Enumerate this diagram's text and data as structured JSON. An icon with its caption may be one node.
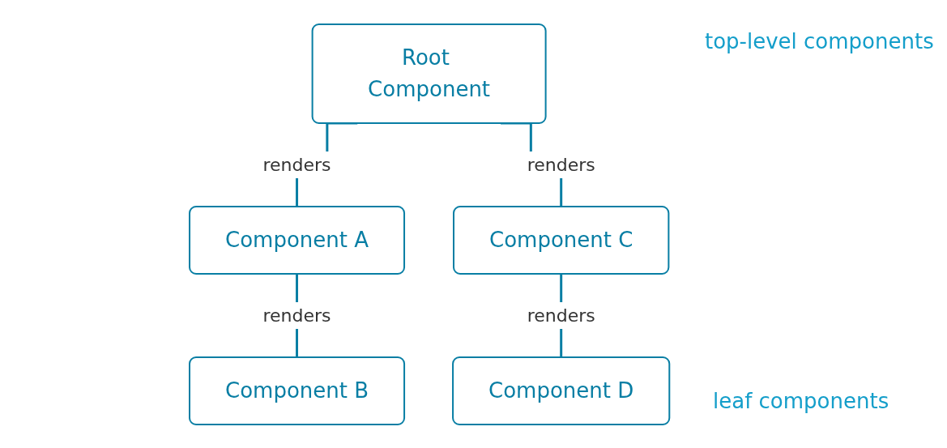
{
  "diagram": {
    "nodes": [
      {
        "text": [
          "Root Component"
        ]
      },
      {
        "text": [
          "Component A"
        ]
      },
      {
        "text": [
          "Component C"
        ]
      },
      {
        "text": [
          "Component B"
        ]
      },
      {
        "text": [
          "Component D"
        ]
      }
    ],
    "edges": [
      {
        "from": 0,
        "to": 1,
        "arrow": "none",
        "label": "renders"
      },
      {
        "from": 0,
        "to": 2,
        "arrow": "none",
        "label": "renders"
      },
      {
        "from": 1,
        "to": 3,
        "arrow": "none",
        "label": "renders"
      },
      {
        "from": 2,
        "to": 4,
        "arrow": "none",
        "label": "renders"
      }
    ],
    "labels": [
      "top-level components",
      "leaf components"
    ]
  }
}
